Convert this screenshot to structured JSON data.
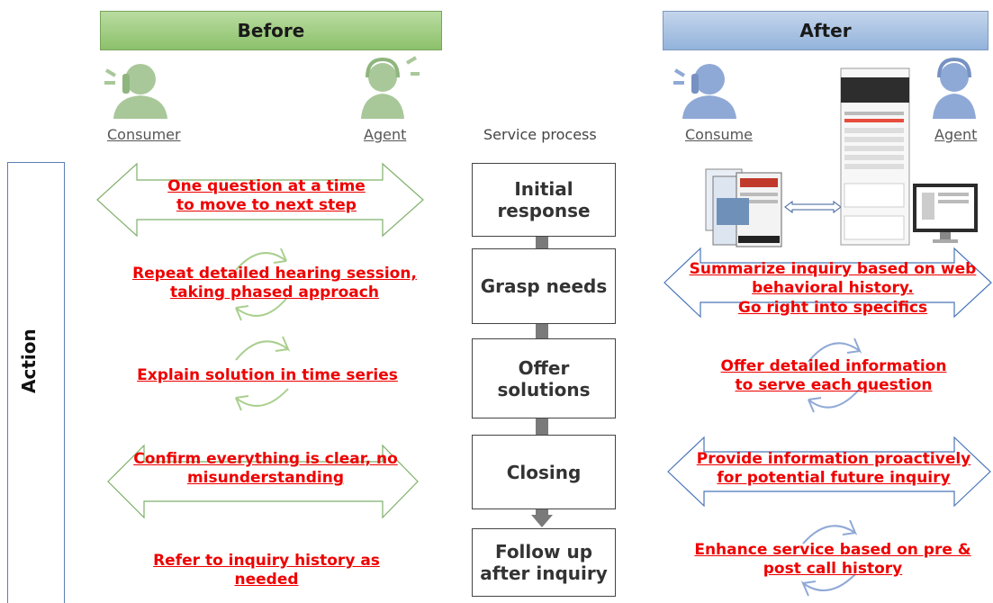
{
  "headers": {
    "before": "Before",
    "after": "After"
  },
  "roles": {
    "before_consumer": "Consumer",
    "before_agent": "Agent",
    "after_consumer": "Consume",
    "after_agent": "Agent"
  },
  "service_process_label": "Service process",
  "action_label": "Action",
  "steps": [
    {
      "line1": "Initial",
      "line2": "response"
    },
    {
      "line1": "Grasp needs",
      "line2": ""
    },
    {
      "line1": "Offer",
      "line2": "solutions"
    },
    {
      "line1": "Closing",
      "line2": ""
    },
    {
      "line1": "Follow up",
      "line2": "after inquiry"
    }
  ],
  "before_items": [
    {
      "line1": "One question at a time",
      "line2": "to move to next step"
    },
    {
      "line1": "Repeat detailed hearing session,",
      "line2": "taking phased approach"
    },
    {
      "line1": "Explain solution in time series",
      "line2": ""
    },
    {
      "line1": "Confirm everything is clear, no",
      "line2": "misunderstanding"
    },
    {
      "line1": "Refer to inquiry history as",
      "line2": "needed"
    }
  ],
  "after_items": [
    {
      "line1": "Summarize inquiry based on web",
      "line2": "behavioral history.",
      "line3": "Go right into specifics"
    },
    {
      "line1": "Offer detailed information",
      "line2": "to serve each question",
      "line3": ""
    },
    {
      "line1": "Provide information proactively",
      "line2": "for potential future inquiry",
      "line3": ""
    },
    {
      "line1": "Enhance service based on pre &",
      "line2": "post call history",
      "line3": ""
    }
  ],
  "colors": {
    "before_green": "#8cc16b",
    "after_blue": "#93b3db",
    "highlight_red": "#ee0000",
    "cycle_green": "#a9cf8e",
    "cycle_blue": "#8fa9d6"
  }
}
